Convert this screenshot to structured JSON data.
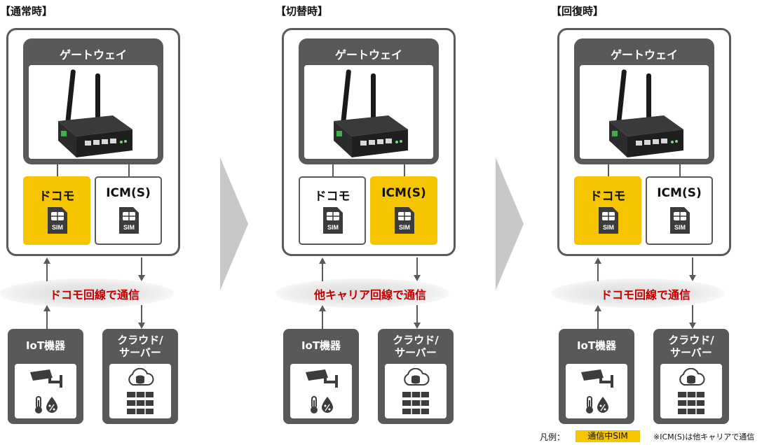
{
  "panels": [
    {
      "stage": "【通常時】",
      "gateway": "ゲートウェイ",
      "sims": [
        {
          "label": "ドコモ",
          "active": true
        },
        {
          "label": "ICM(S)",
          "active": false
        }
      ],
      "comm": "ドコモ回線で通信",
      "iot": "IoT機器",
      "cloud_line1": "クラウド/",
      "cloud_line2": "サーバー",
      "sim_badge": "SIM"
    },
    {
      "stage": "【切替時】",
      "gateway": "ゲートウェイ",
      "sims": [
        {
          "label": "ドコモ",
          "active": false
        },
        {
          "label": "ICM(S)",
          "active": true
        }
      ],
      "comm": "他キャリア回線で通信",
      "iot": "IoT機器",
      "cloud_line1": "クラウド/",
      "cloud_line2": "サーバー",
      "sim_badge": "SIM"
    },
    {
      "stage": "【回復時】",
      "gateway": "ゲートウェイ",
      "sims": [
        {
          "label": "ドコモ",
          "active": true
        },
        {
          "label": "ICM(S)",
          "active": false
        }
      ],
      "comm": "ドコモ回線で通信",
      "iot": "IoT機器",
      "cloud_line1": "クラウド/",
      "cloud_line2": "サーバー",
      "sim_badge": "SIM"
    }
  ],
  "legend": {
    "prefix": "凡例：",
    "active_sim": "通信中SIM",
    "note": "※ICM(S)は他キャリアで通信"
  },
  "colors": {
    "active": "#f6c500",
    "dark_box": "#595959",
    "comm_text": "#c00000"
  }
}
